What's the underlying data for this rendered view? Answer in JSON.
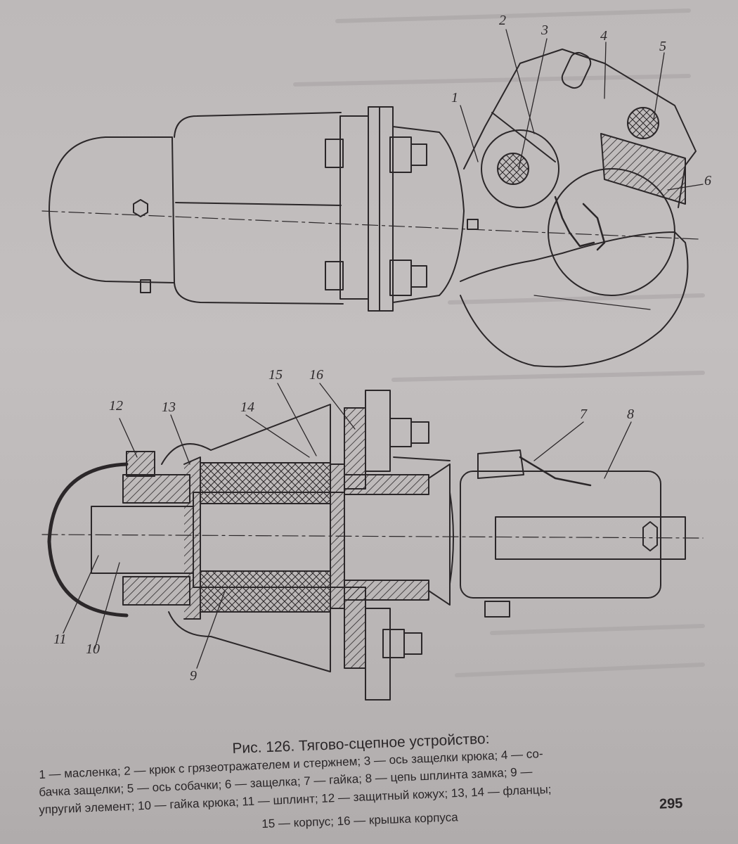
{
  "figure": {
    "labels": [
      "1",
      "2",
      "3",
      "4",
      "5",
      "6",
      "7",
      "8",
      "9",
      "10",
      "11",
      "12",
      "13",
      "14",
      "15",
      "16"
    ]
  },
  "caption": {
    "title": "Рис. 126. Тягово-сцепное устройство:",
    "legend_lines": [
      "1 — масленка; 2 — крюк с грязеотражателем и стержнем; 3 — ось защелки крюка; 4 — со-",
      "бачка защелки; 5 — ось собачки; 6 — защелка; 7 — гайка; 8 — цепь шплинта замка; 9 —",
      "упругий элемент; 10 — гайка крюка; 11 — шплинт; 12 — защитный кожух; 13, 14 — фланцы;",
      "15 — корпус; 16 — крышка корпуса"
    ]
  },
  "page_number": "295"
}
